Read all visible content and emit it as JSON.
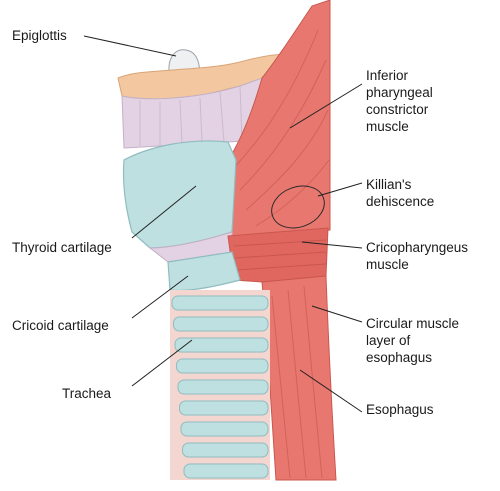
{
  "labels": {
    "epiglottis": "Epiglottis",
    "inferior_constrictor": "Inferior\npharyngeal\nconstrictor\nmuscle",
    "killians": "Killian's\ndehiscence",
    "thyroid": "Thyroid cartilage",
    "cricopharyngeus": "Cricopharyngeus\nmuscle",
    "cricoid": "Cricoid cartilage",
    "circular": "Circular muscle\nlayer of\nesophagus",
    "trachea": "Trachea",
    "esophagus": "Esophagus"
  },
  "colors": {
    "muscle": "#e8786f",
    "muscle_dark": "#c9574f",
    "cartilage": "#bfe0e1",
    "cartilage_edge": "#8fbcc0",
    "membrane": "#e2d2e3",
    "hyoid": "#f3c79f",
    "ring_gap": "#f2d6cf"
  }
}
